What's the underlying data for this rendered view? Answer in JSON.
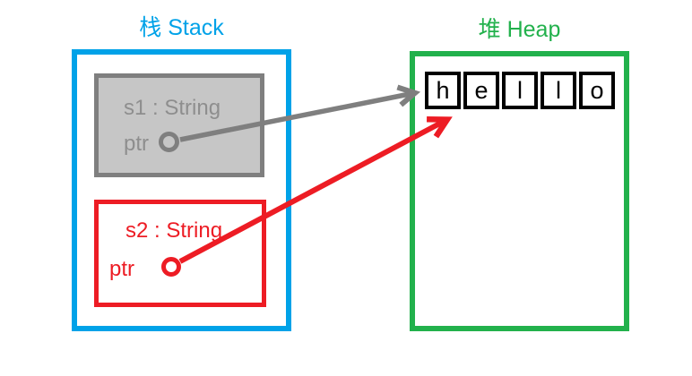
{
  "stack": {
    "title": "栈 Stack",
    "frames": [
      {
        "label": "s1 : String",
        "field": "ptr"
      },
      {
        "label": "s2 : String",
        "field": "ptr"
      }
    ]
  },
  "heap": {
    "title": "堆 Heap",
    "cells": [
      "h",
      "e",
      "l",
      "l",
      "o"
    ]
  },
  "colors": {
    "stack_border": "#00a2e8",
    "heap_border": "#22b14c",
    "moved_frame": "#7f7f7f",
    "moved_fill": "#c6c6c6",
    "moved_text": "#8e8e8e",
    "active_frame": "#ed1c24",
    "cell_border": "#000000"
  }
}
